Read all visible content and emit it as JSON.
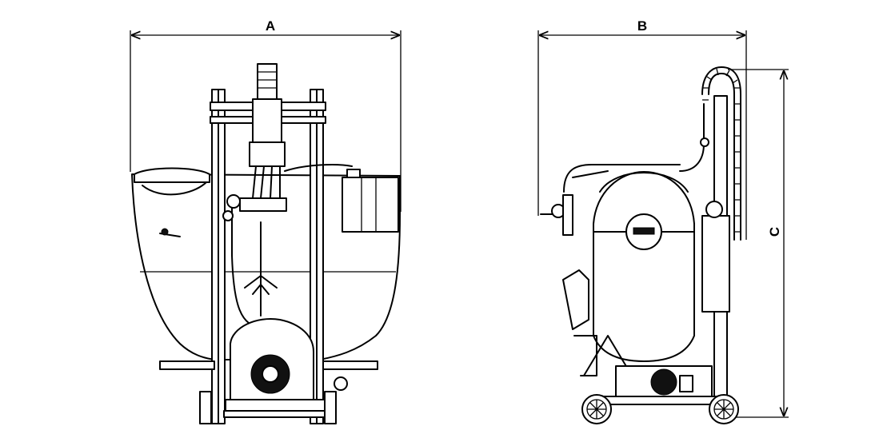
{
  "dimensions": {
    "a": "A",
    "b": "B",
    "c": "C"
  },
  "colors": {
    "line": "#000000",
    "background": "#ffffff"
  }
}
